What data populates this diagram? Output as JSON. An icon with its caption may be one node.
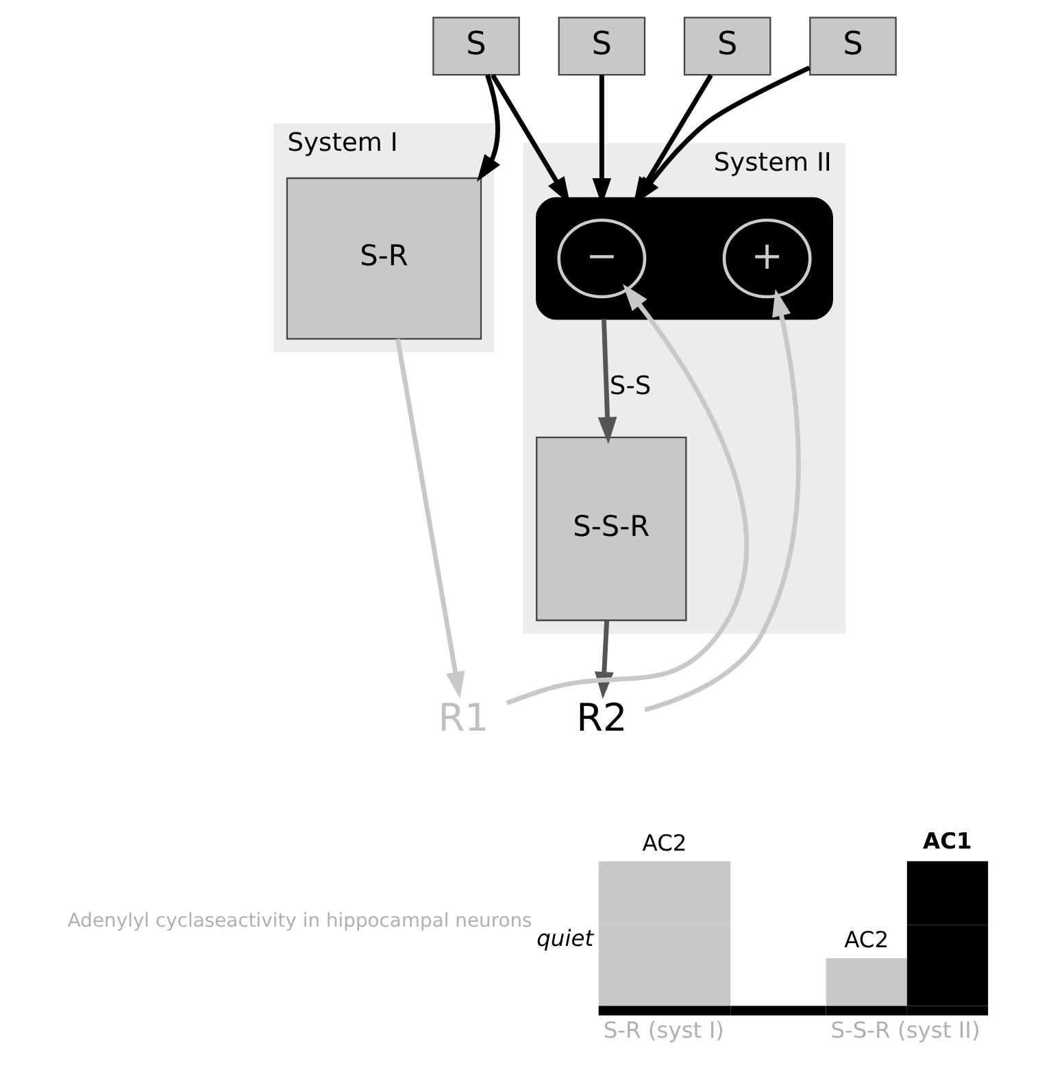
{
  "diagram": {
    "nodes": [
      {
        "text": [
          "System I"
        ]
      },
      {
        "text": [
          "S-R"
        ],
        "in": 0
      },
      {
        "text": [
          "System II"
        ]
      },
      {
        "text": [
          "S"
        ]
      },
      {
        "text": [
          "S"
        ]
      },
      {
        "text": [
          "S"
        ]
      },
      {
        "text": [
          "S"
        ]
      },
      {
        "text": [],
        "shape": "ellipse",
        "in": 2
      },
      {
        "text": [
          "−"
        ],
        "in": 7
      },
      {
        "text": [
          "+"
        ],
        "in": 7
      },
      {
        "text": [
          "S-S-R"
        ],
        "in": 2
      },
      {
        "text": [
          "R1"
        ]
      },
      {
        "text": [
          "R2"
        ]
      }
    ],
    "edges": [
      {
        "from": 3,
        "to": 1,
        "arrow": "to"
      },
      {
        "from": 3,
        "to": 7,
        "arrow": "to"
      },
      {
        "from": 4,
        "to": 7,
        "arrow": "to"
      },
      {
        "from": 5,
        "to": 7,
        "arrow": "to"
      },
      {
        "from": 6,
        "to": 7,
        "arrow": "to"
      },
      {
        "from": 7,
        "to": 10,
        "label": "S-S",
        "arrow": "to",
        "color": "#555555"
      },
      {
        "from": 1,
        "to": 11,
        "arrow": "to",
        "color": "#c8c8c8"
      },
      {
        "from": 10,
        "to": 12,
        "arrow": "to",
        "color": "#555555"
      },
      {
        "from": 11,
        "to": 8,
        "arrow": "to",
        "color": "#c8c8c8"
      },
      {
        "from": 12,
        "to": 9,
        "arrow": "to",
        "color": "#c8c8c8"
      }
    ],
    "labels": [
      "Adenylyl cyclaseactivity in hippocampal neurons",
      "AC2",
      "AC1",
      "quiet",
      "AC2",
      "S-R (syst I)",
      "S-S-R (syst II)"
    ]
  }
}
